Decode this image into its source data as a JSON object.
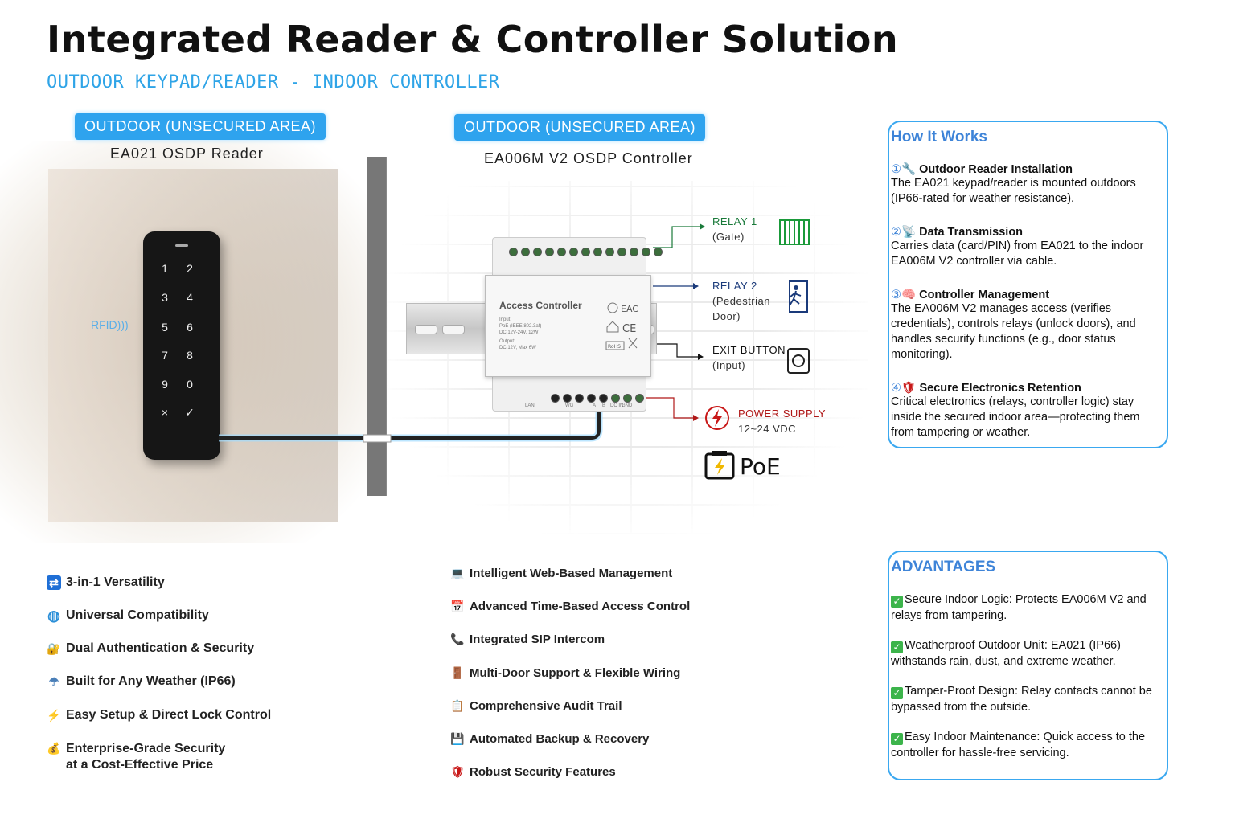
{
  "header": {
    "title": "Integrated Reader & Controller Solution",
    "subtitle": "OUTDOOR KEYPAD/READER - INDOOR CONTROLLER"
  },
  "left_panel": {
    "area_label": "OUTDOOR (UNSECURED AREA)",
    "device_name": "EA021 OSDP Reader",
    "rfid_label": "RFID",
    "keys": [
      "1",
      "2",
      "3",
      "4",
      "5",
      "6",
      "7",
      "8",
      "9",
      "0",
      "×",
      "✓"
    ]
  },
  "right_panel": {
    "area_label": "OUTDOOR (UNSECURED AREA)",
    "device_name": "EA006M V2 OSDP Controller",
    "controller": {
      "title": "Access Controller",
      "input_label": "Input:",
      "input_line1": "PoE (IEEE 802.3af)",
      "input_line2": "DC 12V-24V, 12W",
      "output_label": "Output:",
      "output_line": "DC 12V, Max 6W",
      "bottom_labels": [
        "LAN",
        "WG",
        "A",
        "B",
        "DC IN",
        "GND"
      ]
    },
    "outputs": [
      {
        "line1": "RELAY 1",
        "line2": "(Gate)",
        "color": "#1a7a3a",
        "icon": "gate-icon"
      },
      {
        "line1": "RELAY 2",
        "line2": "(Pedestrian",
        "line3": "Door)",
        "color": "#1a3a7a",
        "icon": "pedestrian-door-icon"
      },
      {
        "line1": "EXIT BUTTON",
        "line2": "(Input)",
        "color": "#111111",
        "icon": "exit-button-icon"
      },
      {
        "line1": "POWER SUPPLY",
        "line2": "12~24 VDC",
        "color": "#b01818",
        "icon": "lightning-icon"
      }
    ],
    "poe_label": "PoE"
  },
  "how_it_works": {
    "title": "How It Works",
    "steps": [
      {
        "num": "①",
        "icon": "🔧",
        "heading": "Outdoor Reader Installation",
        "text": "The EA021 keypad/reader is mounted outdoors (IP66-rated for weather resistance)."
      },
      {
        "num": "②",
        "icon": "📡",
        "heading": "Data Transmission",
        "text": "Carries data (card/PIN) from EA021 to the indoor EA006M V2 controller via cable."
      },
      {
        "num": "③",
        "icon": "🧠",
        "heading": "Controller Management",
        "text": "The EA006M V2   manages access (verifies credentials), controls relays (unlock doors), and handles security functions (e.g., door status monitoring)."
      },
      {
        "num": "④",
        "icon": "🛡",
        "heading": "Secure Electronics Retention",
        "text": "Critical electronics (relays, controller logic) stay inside the secured indoor area—protecting them from tampering or weather."
      }
    ]
  },
  "advantages": {
    "title": "ADVANTAGES",
    "items": [
      "Secure Indoor Logic: Protects EA006M V2 and relays from tampering.",
      "Weatherproof Outdoor Unit: EA021 (IP66) withstands rain, dust, and extreme weather.",
      "Tamper-Proof Design: Relay contacts cannot be bypassed from the outside.",
      "Easy Indoor Maintenance: Quick access to the controller for hassle-free servicing."
    ]
  },
  "features_left": [
    {
      "icon": "⇄",
      "icon_name": "shuffle-icon",
      "icon_color": "#1f6fd6",
      "label": "3-in-1 Versatility"
    },
    {
      "icon": "◍",
      "icon_name": "globe-icon",
      "icon_color": "#2b8fd8",
      "label": "Universal Compatibility"
    },
    {
      "icon": "🔐",
      "icon_name": "lock-key-icon",
      "icon_color": "#d9a400",
      "label": "Dual Authentication & Security"
    },
    {
      "icon": "☂",
      "icon_name": "weather-icon",
      "icon_color": "#4a7fb8",
      "label": "Built for Any Weather (IP66)"
    },
    {
      "icon": "⚡",
      "icon_name": "lightning-icon",
      "icon_color": "#e0a800",
      "label": "Easy Setup & Direct Lock Control"
    },
    {
      "icon": "💰",
      "icon_name": "money-bag-icon",
      "icon_color": "#c89400",
      "label": "Enterprise-Grade Security",
      "label2": "at a Cost-Effective Price"
    }
  ],
  "features_right": [
    {
      "icon": "💻",
      "icon_name": "laptop-icon",
      "label": "Intelligent Web-Based Management"
    },
    {
      "icon": "📅",
      "icon_name": "calendar-icon",
      "label": "Advanced Time-Based Access Control"
    },
    {
      "icon": "📞",
      "icon_name": "phone-icon",
      "label": "Integrated SIP Intercom"
    },
    {
      "icon": "🚪",
      "icon_name": "door-icon",
      "label": "Multi-Door Support & Flexible Wiring"
    },
    {
      "icon": "📋",
      "icon_name": "clipboard-icon",
      "label": "Comprehensive Audit Trail"
    },
    {
      "icon": "💾",
      "icon_name": "floppy-disk-icon",
      "label": "Automated Backup & Recovery"
    },
    {
      "icon": "🛡",
      "icon_name": "shield-icon",
      "label": "Robust Security Features"
    }
  ]
}
